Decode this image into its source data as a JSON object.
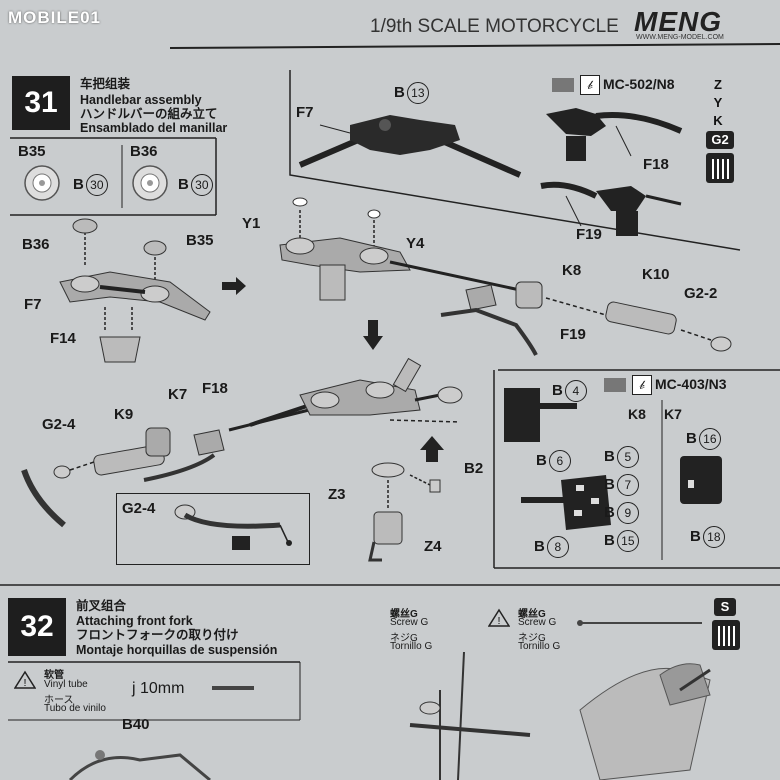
{
  "header": {
    "watermark": "MOBILE01",
    "scale_title": "1/9th SCALE MOTORCYCLE",
    "brand": "MENG",
    "brand_url": "WWW.MENG-MODEL.COM"
  },
  "step31": {
    "number": "31",
    "title_zh": "车把组装",
    "title_en": "Handlebar assembly",
    "title_jp": "ハンドルバーの組み立て",
    "title_es": "Ensamblado del manillar",
    "b35_label": "B35",
    "b36_label": "B36",
    "b35_part": "B",
    "b35_num": "30",
    "b36_part": "B",
    "b36_num": "30",
    "color_code_1": "MC-502/N8",
    "color_code_2": "MC-403/N3",
    "sprues": [
      "Z",
      "Y",
      "K",
      "G2"
    ],
    "callouts": {
      "f7_top": "F7",
      "b13_part": "B",
      "b13_num": "13",
      "f18_top": "F18",
      "f19_top": "F19",
      "y1": "Y1",
      "y4": "Y4",
      "b36": "B36",
      "b35": "B35",
      "f7": "F7",
      "f14": "F14",
      "k8": "K8",
      "k10": "K10",
      "g22": "G2-2",
      "f19": "F19",
      "g24": "G2-4",
      "k9": "K9",
      "k7": "K7",
      "f18": "F18",
      "z3": "Z3",
      "b2": "B2",
      "z4": "Z4",
      "g24_box": "G2-4",
      "k8_col": "K8",
      "k7_col": "K7"
    },
    "parts_right": {
      "b4": "4",
      "b6": "6",
      "b5": "5",
      "b7": "7",
      "b9": "9",
      "b8": "8",
      "b15": "15",
      "b16": "16",
      "b18": "18",
      "b": "B"
    }
  },
  "step32": {
    "number": "32",
    "title_zh": "前叉组合",
    "title_en": "Attaching front fork",
    "title_jp": "フロントフォークの取り付け",
    "title_es": "Montaje horquillas de suspensión",
    "vinyl_zh": "软管",
    "vinyl_en": "Vinyl tube",
    "vinyl_jp": "ホース",
    "vinyl_es": "Tubo de vinilo",
    "vinyl_len": "j 10mm",
    "screw_1": [
      "螺丝G",
      "Screw G",
      "ネジG",
      "Tornillo G"
    ],
    "screw_2": [
      "螺丝G",
      "Screw G",
      "ネジG",
      "Tornillo G"
    ],
    "sprue_s": "S",
    "b40": "B40"
  }
}
